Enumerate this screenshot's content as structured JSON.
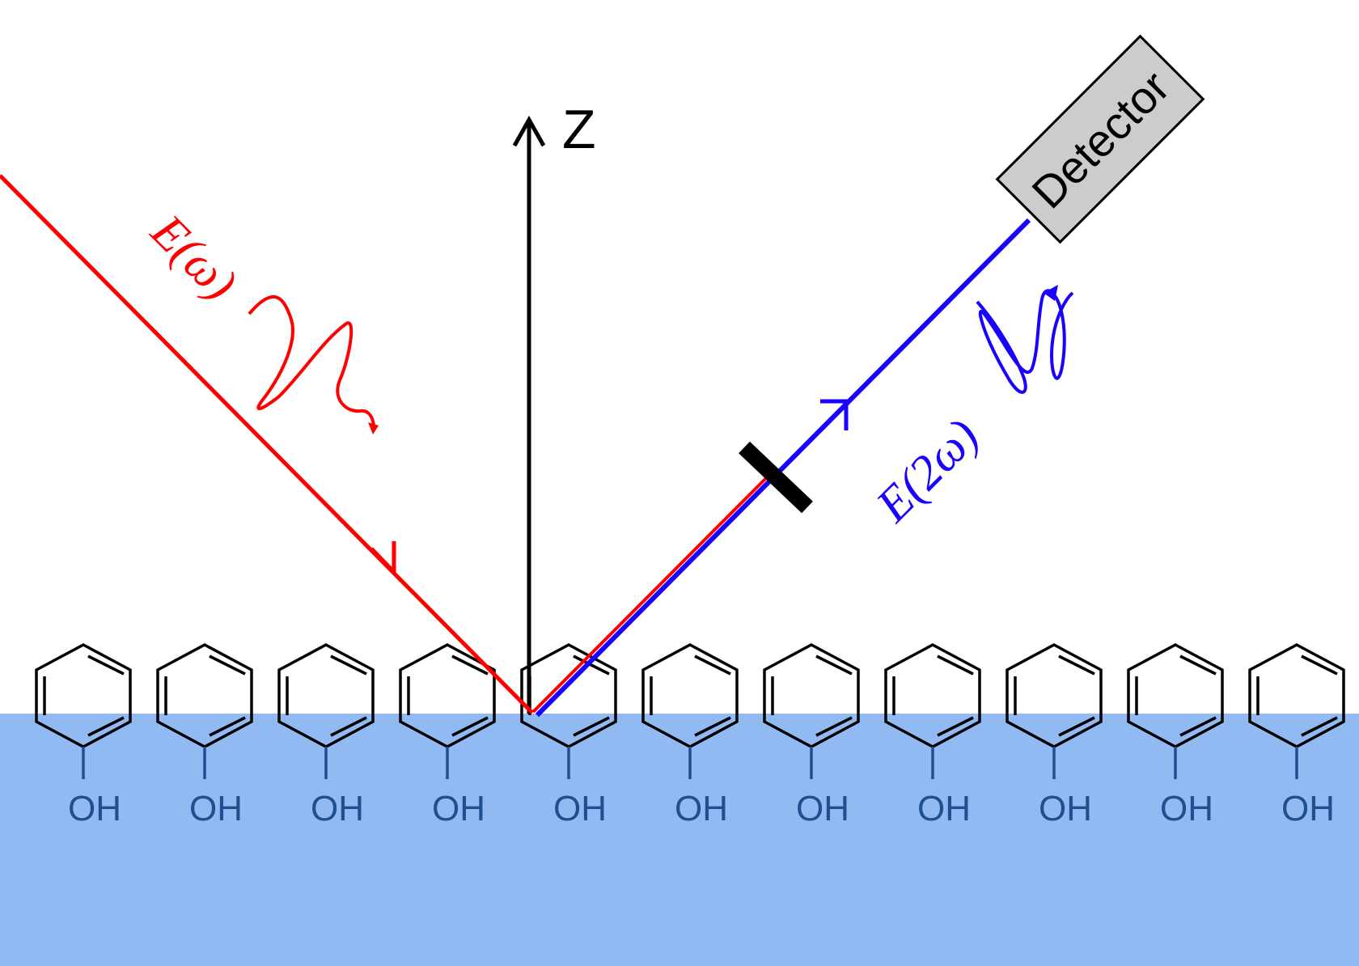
{
  "axis": {
    "label": "Z"
  },
  "detector": {
    "label": "Detector"
  },
  "incident_beam": {
    "label": "E(ω)"
  },
  "sfg_beam": {
    "label": "E(2ω)"
  },
  "molecule": {
    "group_label": "OH",
    "count": 11
  },
  "colors": {
    "water": "#91BAF2",
    "incident": "#FF0000",
    "sfg": "#1A00FF",
    "molecule": "#000000",
    "oh_text": "#1F4F8F",
    "detector_fill": "#CCCCCC"
  }
}
